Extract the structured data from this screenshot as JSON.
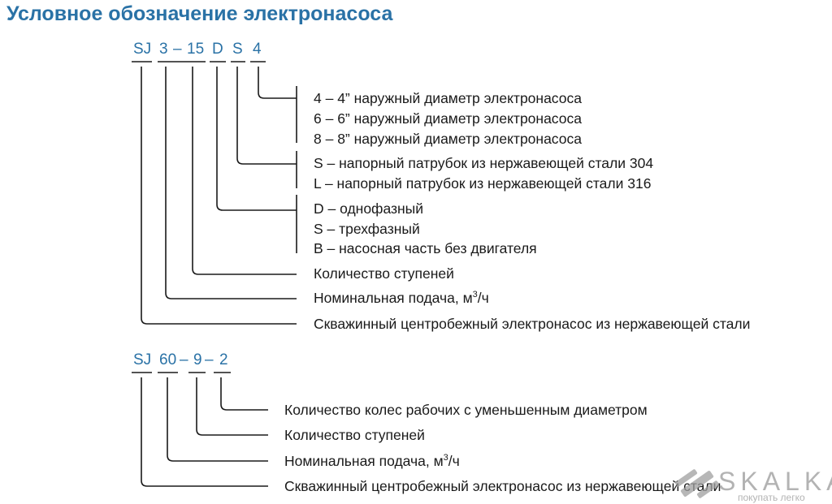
{
  "title": "Условное обозначение электронасоса",
  "code1": {
    "parts": [
      "SJ",
      "3",
      "–",
      "15",
      "D",
      "S",
      "4"
    ],
    "descriptions": {
      "size_4": "4 – 4” наружный диаметр электронасоса",
      "size_6": "6 – 6” наружный диаметр электронасоса",
      "size_8": "8 – 8” наружный диаметр электронасоса",
      "nozzle_s": "S – напорный патрубок из нержавеющей стали 304",
      "nozzle_l": "L – напорный патрубок из нержавеющей стали 316",
      "phase_d": "D – однофазный",
      "phase_s": "S – трехфазный",
      "phase_b": "B – насосная часть без двигателя",
      "stages": "Количество ступеней",
      "flow": "Номинальная подача, м",
      "flow_sup": "3",
      "flow_unit": "/ч",
      "pump": "Скважинный центробежный электронасос из нержавеющей стали"
    }
  },
  "code2": {
    "parts": [
      "SJ",
      "60",
      "–",
      "9",
      "–",
      "2"
    ],
    "descriptions": {
      "wheels": "Количество колес рабочих с уменьшенным диаметром",
      "stages": "Количество ступеней",
      "flow": "Номинальная подача, м",
      "flow_sup": "3",
      "flow_unit": "/ч",
      "pump": "Скважинный центробежный электронасос из нержавеющей стали"
    }
  },
  "watermark": {
    "name": "SKALKA",
    "tagline": "покупать легко"
  }
}
